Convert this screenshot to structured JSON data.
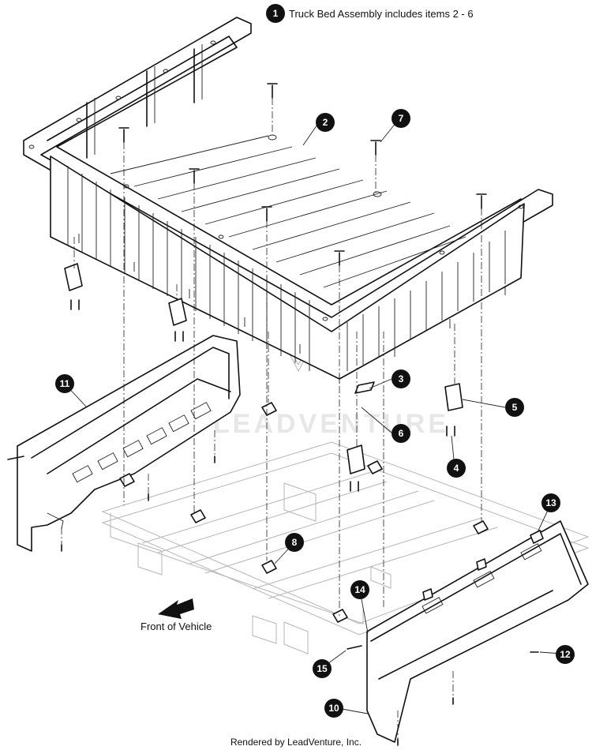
{
  "header_note": {
    "number": "1",
    "text": "Truck Bed Assembly includes items 2 - 6"
  },
  "callouts": [
    {
      "id": "2",
      "label": "2"
    },
    {
      "id": "3",
      "label": "3"
    },
    {
      "id": "4",
      "label": "4"
    },
    {
      "id": "5",
      "label": "5"
    },
    {
      "id": "6",
      "label": "6"
    },
    {
      "id": "7",
      "label": "7"
    },
    {
      "id": "8",
      "label": "8"
    },
    {
      "id": "10",
      "label": "10"
    },
    {
      "id": "11",
      "label": "11"
    },
    {
      "id": "12",
      "label": "12"
    },
    {
      "id": "13",
      "label": "13"
    },
    {
      "id": "14",
      "label": "14"
    },
    {
      "id": "15",
      "label": "15"
    }
  ],
  "direction_label": "Front of Vehicle",
  "watermark": "LEADVENTURE",
  "footer": "Rendered by LeadVenture, Inc."
}
